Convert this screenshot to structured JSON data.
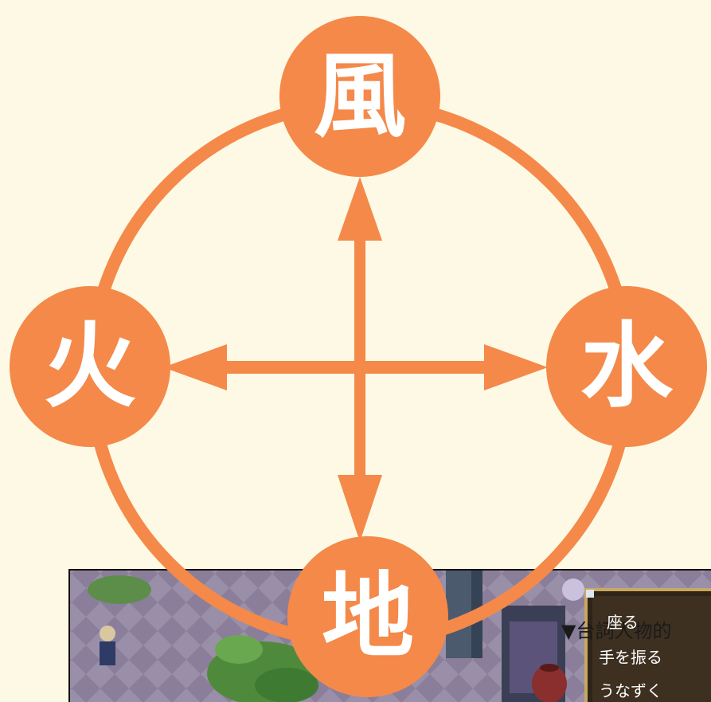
{
  "diagram": {
    "nodes": [
      {
        "id": "wind",
        "label": "風"
      },
      {
        "id": "water",
        "label": "水"
      },
      {
        "id": "earth",
        "label": "地"
      },
      {
        "id": "fire",
        "label": "火"
      }
    ],
    "colors": {
      "orange": "#f4894a",
      "background": "#fdf9e4",
      "node_text": "#ffffff"
    }
  },
  "screenshot": {
    "overlay_text": "▼台詞人物的",
    "menu_items": [
      "座る",
      "手を振る",
      "うなずく"
    ]
  }
}
